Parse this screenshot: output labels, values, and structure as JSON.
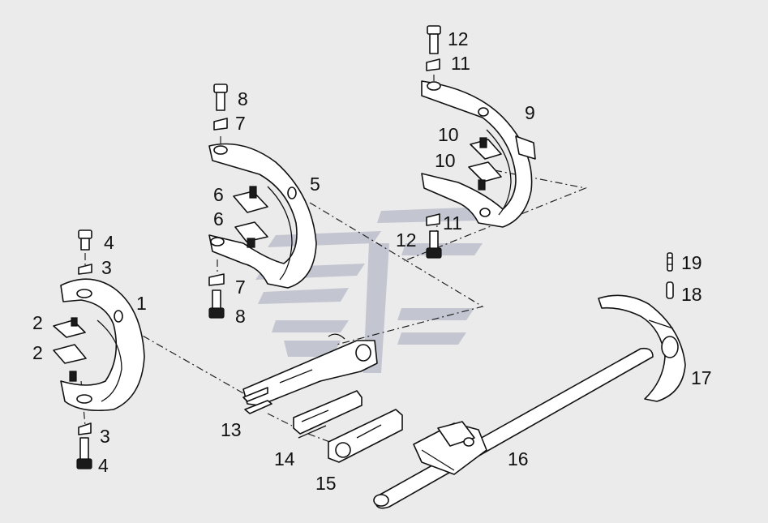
{
  "diagram": {
    "callouts": {
      "c1": "1",
      "c2a": "2",
      "c2b": "2",
      "c3a": "3",
      "c3b": "3",
      "c4a": "4",
      "c4b": "4",
      "c5": "5",
      "c6a": "6",
      "c6b": "6",
      "c7a": "7",
      "c7b": "7",
      "c8a": "8",
      "c8b": "8",
      "c9": "9",
      "c10a": "10",
      "c10b": "10",
      "c11a": "11",
      "c11b": "11",
      "c12a": "12",
      "c12b": "12",
      "c13": "13",
      "c14": "14",
      "c15": "15",
      "c16": "16",
      "c17": "17",
      "c18": "18",
      "c19": "19"
    },
    "colors": {
      "background": "#ebebeb",
      "line": "#111111",
      "part_fill": "#ffffff",
      "watermark": "#b9bdc9"
    }
  }
}
